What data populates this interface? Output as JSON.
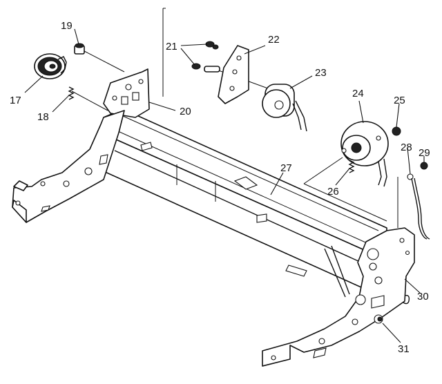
{
  "colors": {
    "ink": "#111111",
    "paper": "#ffffff"
  },
  "callouts": [
    {
      "id": "p17",
      "text": "17"
    },
    {
      "id": "p18",
      "text": "18"
    },
    {
      "id": "p19",
      "text": "19"
    },
    {
      "id": "p20",
      "text": "20"
    },
    {
      "id": "p21",
      "text": "21"
    },
    {
      "id": "p22",
      "text": "22"
    },
    {
      "id": "p23",
      "text": "23"
    },
    {
      "id": "p24",
      "text": "24"
    },
    {
      "id": "p25",
      "text": "25"
    },
    {
      "id": "p26",
      "text": "26"
    },
    {
      "id": "p27",
      "text": "27"
    },
    {
      "id": "p28",
      "text": "28"
    },
    {
      "id": "p29",
      "text": "29"
    },
    {
      "id": "p30",
      "text": "30"
    },
    {
      "id": "p31",
      "text": "31"
    }
  ]
}
